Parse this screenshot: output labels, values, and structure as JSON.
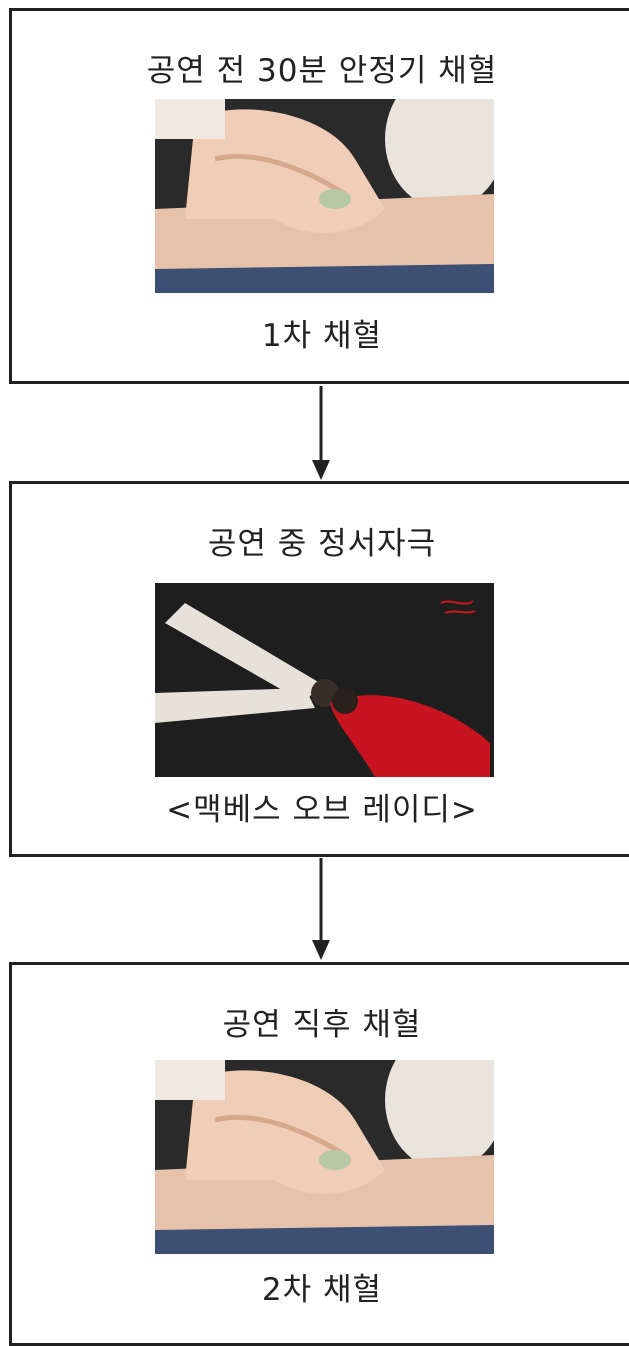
{
  "steps": [
    {
      "title": "공연 전 30분 안정기 채혈",
      "caption": "1차 채혈"
    },
    {
      "title": "공연 중 정서자극",
      "caption": "<맥베스 오브 레이디>"
    },
    {
      "title": "공연 직후 채혈",
      "caption": "2차 채혈"
    }
  ],
  "colors": {
    "border": "#222222",
    "arrow": "#222222",
    "dress": "#c8141e"
  }
}
